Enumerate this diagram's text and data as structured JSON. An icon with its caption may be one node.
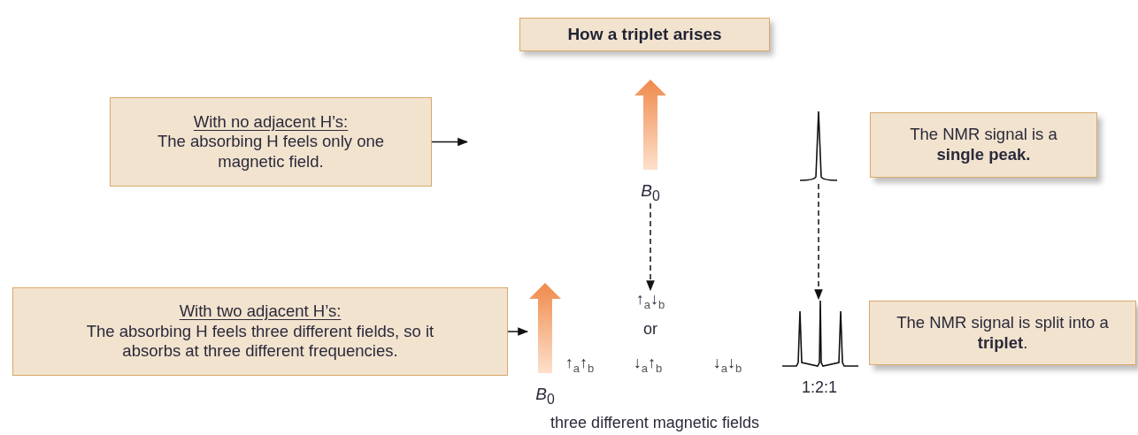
{
  "diagram": {
    "title": "How a triplet arises",
    "nodes": [
      {
        "text": [
          "With no adjacent H’s:",
          "The absorbing H feels only one magnetic field."
        ]
      },
      {
        "text": [
          "*B*$_{0}$"
        ]
      },
      {
        "text": [],
        "shape": "picture"
      },
      {
        "text": [
          "The NMR signal is a **single peak.**"
        ]
      },
      {
        "text": [
          "With two adjacent H’s:",
          "The absorbing H feels three different fields, so it absorbs at three different frequencies."
        ]
      },
      {
        "text": [
          "*B*$_{0}$"
        ]
      },
      {
        "text": [
          "↑$_{a}$↓$_{b}$"
        ]
      },
      {
        "text": [],
        "shape": "picture",
        "beside": [
          "1:2:1"
        ]
      },
      {
        "text": [
          "The NMR signal is split into a **triplet**."
        ]
      }
    ],
    "edges": [
      {
        "from": 0,
        "to": null,
        "arrow": "to"
      },
      {
        "from": 1,
        "to": 6,
        "arrow": "to",
        "style": "dashed"
      },
      {
        "from": 2,
        "to": 7,
        "arrow": "to",
        "style": "dashed"
      },
      {
        "from": 4,
        "to": 5,
        "arrow": "to"
      }
    ],
    "labels": [
      "or",
      "↑$_{a}$↑$_{b}$",
      "↓$_{a}$↑$_{b}$",
      "↓$_{a}$↓$_{b}$",
      "three different magnetic fields"
    ]
  }
}
